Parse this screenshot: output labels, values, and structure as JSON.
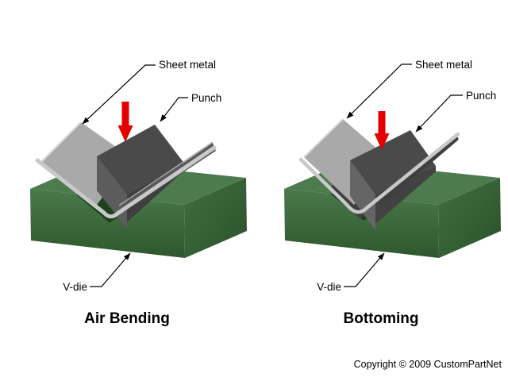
{
  "diagram": {
    "panels": [
      {
        "title": "Air Bending",
        "sheet_label": "Sheet metal",
        "punch_label": "Punch",
        "die_label": "V-die"
      },
      {
        "title": "Bottoming",
        "sheet_label": "Sheet metal",
        "punch_label": "Punch",
        "die_label": "V-die"
      }
    ],
    "copyright": "Copyright © 2009 CustomPartNet",
    "colors": {
      "background": "#ffffff",
      "die_top": "#4e7b4e",
      "die_front_light": "#4a794a",
      "die_front_dark": "#2e572e",
      "die_right_light": "#416e41",
      "die_right_dark": "#2b522b",
      "groove_shadow": "#1e421e",
      "sheet_light": "#a9a9a9",
      "sheet_edge_highlight": "#d6d6d6",
      "sheet_rim": "#c9c9c9",
      "sheet_dark": "#595959",
      "sheet_inner_dark": "#3f3f3f",
      "punch_top": "#4a4a4a",
      "punch_left": "#5c5c5c",
      "punch_right": "#3f3f3f",
      "force_arrow_red": "#e50000",
      "leader_line": "#000000",
      "text": "#000000"
    }
  }
}
